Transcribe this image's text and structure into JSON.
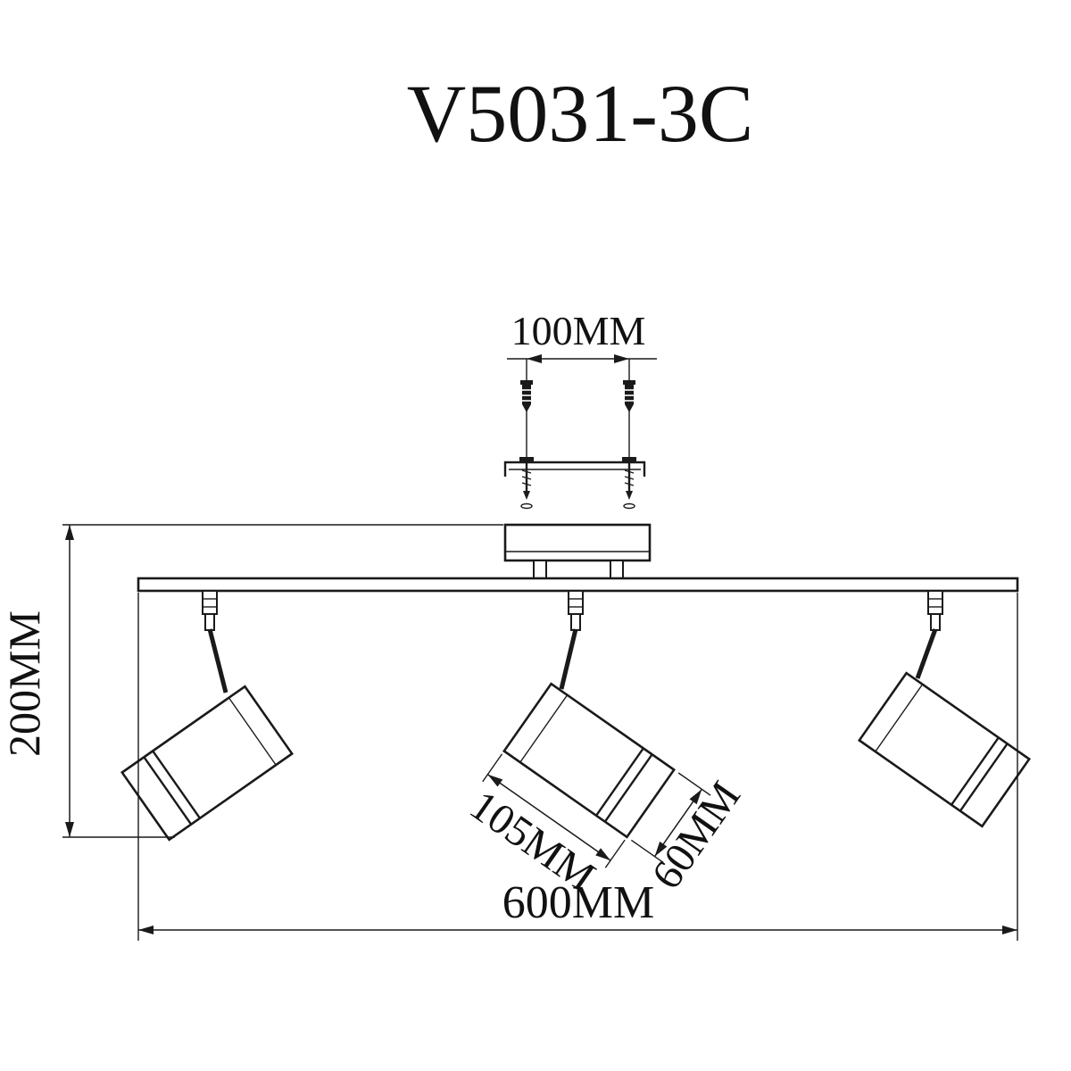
{
  "title": "V5031-3C",
  "dims": {
    "mount_spacing": "100MM",
    "drop_height": "200MM",
    "head_length": "105MM",
    "head_diameter": "60MM",
    "overall_width": "600MM"
  },
  "colors": {
    "line": "#1a1a1a",
    "background": "#ffffff"
  }
}
